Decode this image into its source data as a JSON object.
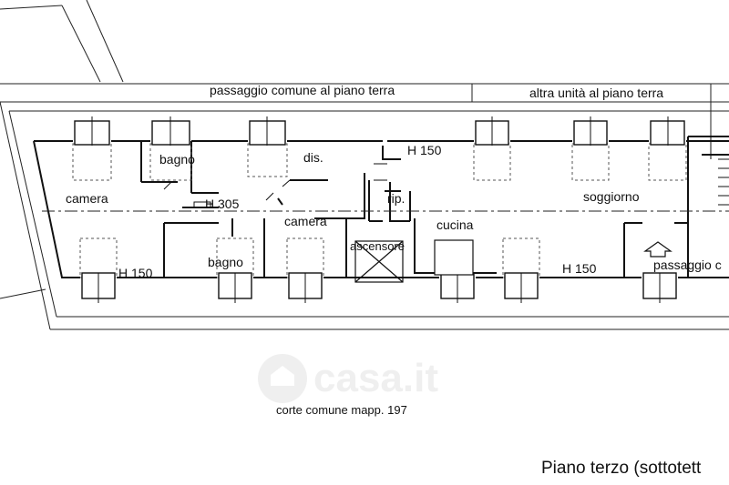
{
  "plan": {
    "top_label_left": "passaggio comune al piano terra",
    "top_label_right": "altra unità al piano terra",
    "rooms": {
      "camera_left": "camera",
      "bagno_top": "bagno",
      "dis": "dis.",
      "h150_top": "H 150",
      "h305": "H 305",
      "rip": "rip.",
      "soggiorno": "soggiorno",
      "camera_mid": "camera",
      "cucina": "cucina",
      "ascensore": "ascensore",
      "h150_left": "H 150",
      "bagno_bottom": "bagno",
      "h150_right": "H 150",
      "passaggio": "passaggio c"
    },
    "bottom_label": "corte comune mapp. 197",
    "floor_title": "Piano terzo (sottotett",
    "watermark": "casa.it"
  }
}
